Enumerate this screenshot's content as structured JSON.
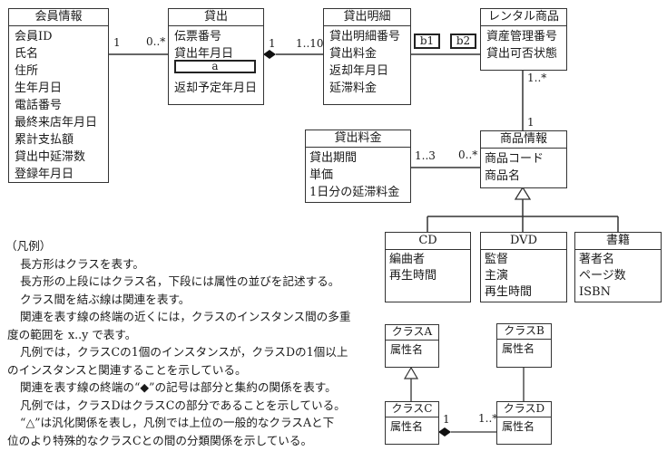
{
  "classes": {
    "member": {
      "name": "会員情報",
      "attrs": [
        "会員ID",
        "氏名",
        "住所",
        "生年月日",
        "電話番号",
        "最終来店年月日",
        "累計支払額",
        "貸出中延滞数",
        "登録年月日"
      ]
    },
    "rental": {
      "name": "貸出",
      "attrs": [
        "伝票番号",
        "貸出年月日"
      ],
      "slot": "a",
      "attrs_after": [
        "返却予定年月日"
      ]
    },
    "rental_detail": {
      "name": "貸出明細",
      "attrs": [
        "貸出明細番号",
        "貸出料金",
        "返却年月日",
        "延滞料金"
      ]
    },
    "rental_item": {
      "name": "レンタル商品",
      "attrs": [
        "資産管理番号",
        "貸出可否状態"
      ]
    },
    "rental_fee": {
      "name": "貸出料金",
      "attrs": [
        "貸出期間",
        "単価",
        "1日分の延滞料金"
      ]
    },
    "product_info": {
      "name": "商品情報",
      "attrs": [
        "商品コード",
        "商品名"
      ]
    },
    "cd": {
      "name": "CD",
      "attrs": [
        "編曲者",
        "再生時間"
      ]
    },
    "dvd": {
      "name": "DVD",
      "attrs": [
        "監督",
        "主演",
        "再生時間"
      ]
    },
    "book": {
      "name": "書籍",
      "attrs": [
        "著者名",
        "ページ数",
        "ISBN"
      ]
    }
  },
  "slots": {
    "b1": "b1",
    "b2": "b2"
  },
  "multiplicities": {
    "member_rental_left": "1",
    "member_rental_right": "0..*",
    "rental_detail_left": "1",
    "rental_detail_right": "1..10",
    "item_top": "1..*",
    "item_bottom": "1",
    "fee_left": "1..3",
    "fee_right": "0..*",
    "example_c": "1",
    "example_d": "1..*"
  },
  "legend": {
    "title": "（凡例）",
    "lines": [
      "長方形はクラスを表す。",
      "長方形の上段にはクラス名，下段には属性の並びを記述する。",
      "クラス間を結ぶ線は関連を表す。",
      "関連を表す線の終端の近くには，クラスのインスタンス間の多重",
      "度の範囲を x..y で表す。",
      "凡例では，クラスCの1個のインスタンスが，クラスDの1個以上",
      "のインスタンスと関連することを示している。",
      "関連を表す線の終端の“◆”の記号は部分と集約の関係を表す。",
      "凡例では，クラスDはクラスCの部分であることを示している。",
      "“△”は汎化関係を表し，凡例では上位の一般的なクラスAと下",
      "位のより特殊的なクラスCとの間の分類関係を示している。"
    ],
    "indented": [
      true,
      true,
      true,
      true,
      false,
      true,
      false,
      true,
      true,
      true,
      false
    ],
    "example": {
      "a": {
        "name": "クラスA",
        "attr": "属性名"
      },
      "b": {
        "name": "クラスB",
        "attr": "属性名"
      },
      "c": {
        "name": "クラスC",
        "attr": "属性名"
      },
      "d": {
        "name": "クラスD",
        "attr": "属性名"
      }
    }
  }
}
